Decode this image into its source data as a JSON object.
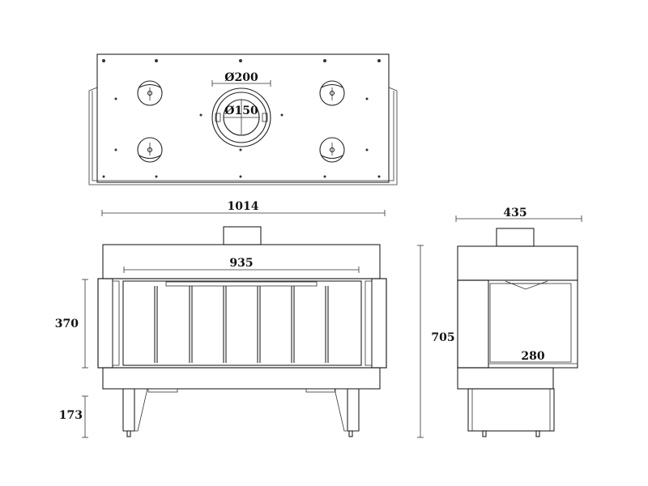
{
  "dimensions": {
    "flue_outer": "Ø200",
    "flue_inner": "Ø150",
    "overall_width": "1014",
    "glass_width": "935",
    "side_depth": "435",
    "glass_height": "370",
    "leg_height": "173",
    "overall_height": "705",
    "firebox_depth": "280"
  },
  "colors": {
    "line": "#222222",
    "background": "#ffffff"
  }
}
